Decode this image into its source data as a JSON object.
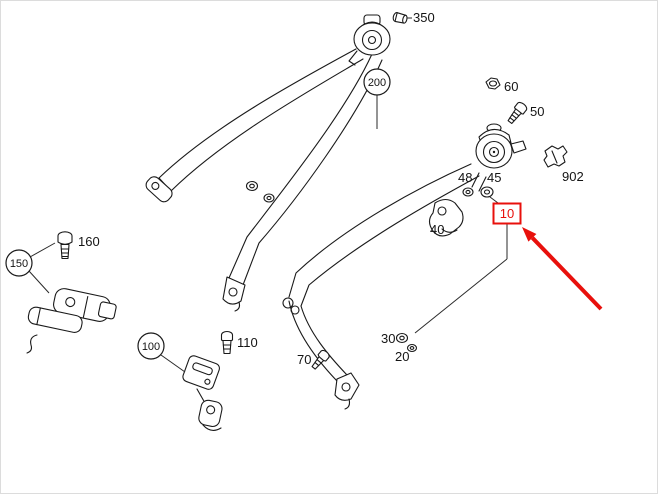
{
  "diagram": {
    "accent_color": "#e8100c",
    "line_color": "#1a1a1a",
    "callouts": {
      "c350": "350",
      "c200": "200",
      "c60": "60",
      "c50": "50",
      "c902": "902",
      "c48": "48",
      "c45": "45",
      "c40": "40",
      "c10": "10",
      "c160": "160",
      "c150": "150",
      "c100": "100",
      "c110": "110",
      "c70": "70",
      "c30": "30",
      "c20": "20"
    }
  }
}
